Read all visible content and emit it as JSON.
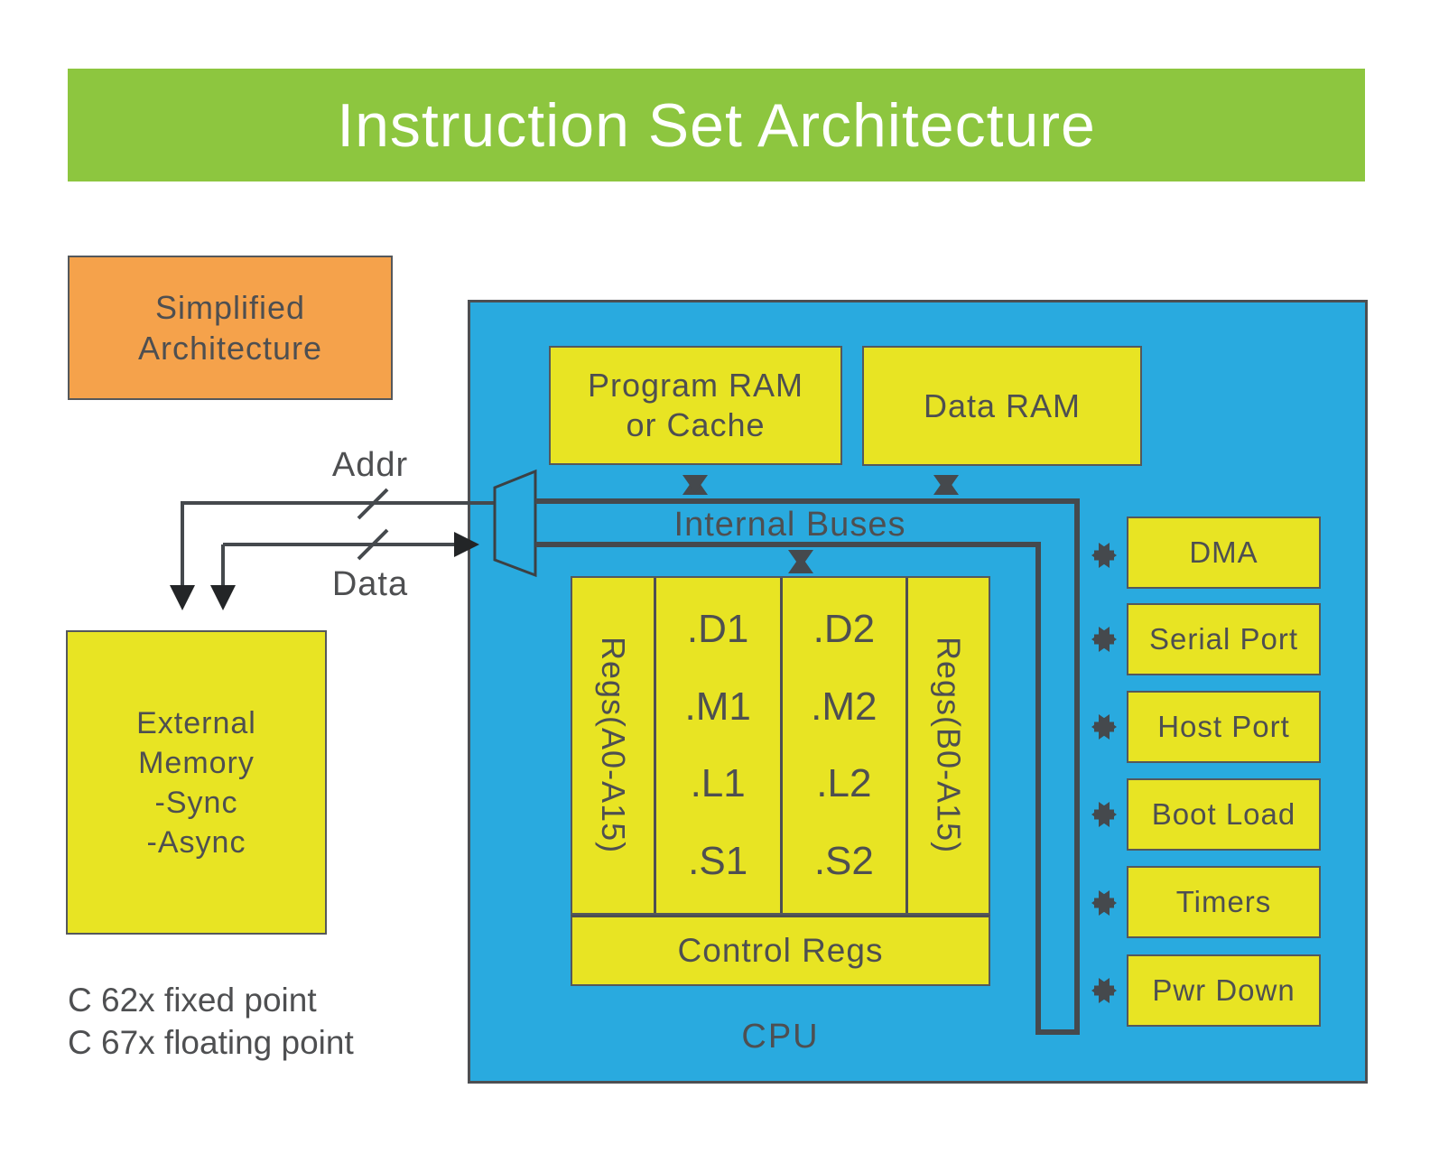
{
  "title": "Instruction Set Architecture",
  "annotation_box": {
    "lines": [
      "Simplified",
      "Architecture"
    ]
  },
  "memory": {
    "program_ram": {
      "lines": [
        "Program RAM",
        "or Cache"
      ]
    },
    "data_ram": {
      "label": "Data RAM"
    },
    "external": {
      "lines": [
        "External",
        "Memory",
        "-Sync",
        "-Async"
      ]
    }
  },
  "buses": {
    "internal_label": "Internal Buses",
    "addr_label": "Addr",
    "data_label": "Data"
  },
  "cpu": {
    "label": "CPU",
    "regs_a": "Regs(A0-A15)",
    "regs_b": "Regs(B0-A15)",
    "units_a": [
      ".D1",
      ".M1",
      ".L1",
      ".S1"
    ],
    "units_b": [
      ".D2",
      ".M2",
      ".L2",
      ".S2"
    ],
    "control_regs": "Control Regs"
  },
  "peripherals": [
    "DMA",
    "Serial Port",
    "Host Port",
    "Boot Load",
    "Timers",
    "Pwr Down"
  ],
  "notes": [
    "C 62x fixed point",
    "C 67x floating point"
  ],
  "colors": {
    "header_green": "#8DC63F",
    "cpu_blue": "#29AADF",
    "block_yellow": "#E8E423",
    "accent_orange": "#F5A24B",
    "line_gray": "#45494D",
    "text_gray": "#4E4F51"
  }
}
